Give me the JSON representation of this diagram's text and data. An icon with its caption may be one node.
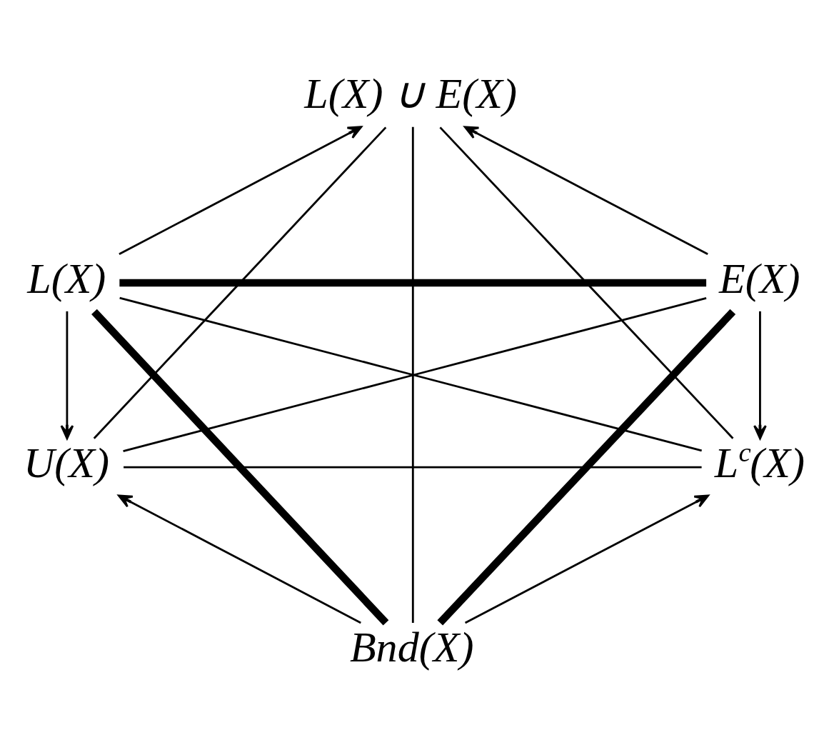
{
  "diagram": {
    "nodes": [
      {
        "text": [
          "L(X) ∪ E(X)"
        ]
      },
      {
        "text": [
          "L(X)"
        ]
      },
      {
        "text": [
          "E(X)"
        ]
      },
      {
        "text": [
          "U(X)"
        ]
      },
      {
        "text": [
          "L$^{c}$(X)"
        ]
      },
      {
        "text": [
          "Bnd(X)"
        ]
      }
    ],
    "edges": [
      {
        "from": 1,
        "to": 0,
        "arrow": "to"
      },
      {
        "from": 3,
        "to": 0,
        "arrow": "none"
      },
      {
        "from": 0,
        "to": 5,
        "arrow": "none"
      },
      {
        "from": 4,
        "to": 0,
        "arrow": "none"
      },
      {
        "from": 2,
        "to": 0,
        "arrow": "to"
      },
      {
        "from": 1,
        "to": 2,
        "arrow": "none",
        "style": "thick"
      },
      {
        "from": 1,
        "to": 3,
        "arrow": "to"
      },
      {
        "from": 1,
        "to": 5,
        "arrow": "none",
        "style": "thick"
      },
      {
        "from": 1,
        "to": 4,
        "arrow": "none"
      },
      {
        "from": 2,
        "to": 3,
        "arrow": "none"
      },
      {
        "from": 2,
        "to": 5,
        "arrow": "none",
        "style": "thick"
      },
      {
        "from": 2,
        "to": 4,
        "arrow": "to"
      },
      {
        "from": 3,
        "to": 4,
        "arrow": "none"
      },
      {
        "from": 5,
        "to": 3,
        "arrow": "to"
      },
      {
        "from": 5,
        "to": 4,
        "arrow": "to"
      }
    ]
  }
}
